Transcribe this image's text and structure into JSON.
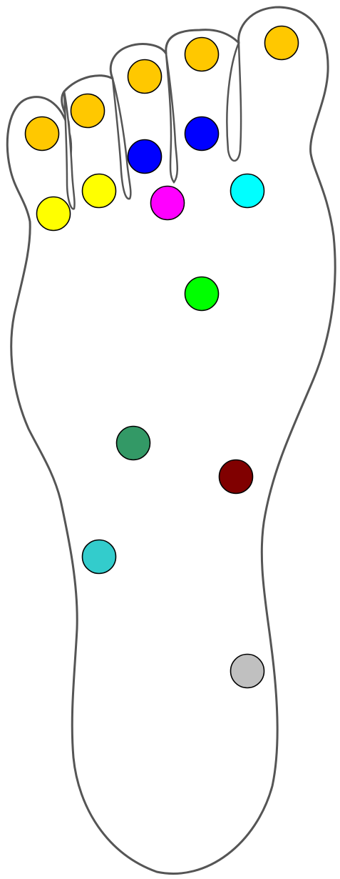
{
  "diagram": {
    "subject": "foot-sole-outline",
    "outline_color": "#555555",
    "background_color": "#ffffff"
  },
  "markers": [
    {
      "id": "big-toe-tip",
      "color": "#FFC800"
    },
    {
      "id": "second-toe-tip",
      "color": "#FFC800"
    },
    {
      "id": "third-toe-tip",
      "color": "#FFC800"
    },
    {
      "id": "fourth-toe-tip",
      "color": "#FFC800"
    },
    {
      "id": "little-toe-tip",
      "color": "#FFC800"
    },
    {
      "id": "second-toe-base",
      "color": "#0000FF"
    },
    {
      "id": "third-toe-base",
      "color": "#0000FF"
    },
    {
      "id": "fourth-toe-base",
      "color": "#FFFF00"
    },
    {
      "id": "little-toe-base",
      "color": "#FFFF00"
    },
    {
      "id": "ball-center",
      "color": "#FF00FF"
    },
    {
      "id": "ball-big-toe",
      "color": "#00FFFF"
    },
    {
      "id": "upper-arch",
      "color": "#00FF00"
    },
    {
      "id": "mid-sole",
      "color": "#339966"
    },
    {
      "id": "inner-arch",
      "color": "#800000"
    },
    {
      "id": "outer-heel-edge",
      "color": "#33CCCC"
    },
    {
      "id": "heel",
      "color": "#C0C0C0"
    }
  ]
}
